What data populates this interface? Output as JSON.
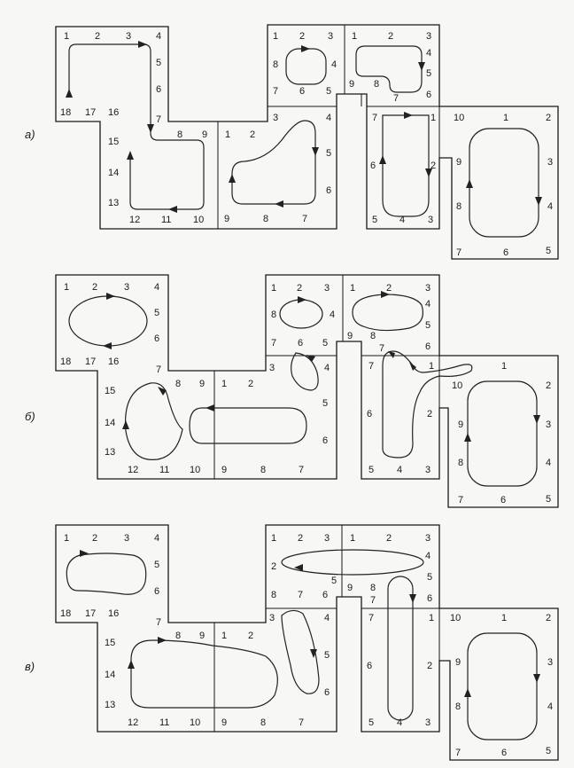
{
  "panels": [
    {
      "key": "a",
      "label": "а)"
    },
    {
      "key": "b",
      "label": "б)"
    },
    {
      "key": "c",
      "label": "в)"
    }
  ],
  "labels": {
    "room1": [
      "1",
      "2",
      "3",
      "4",
      "5",
      "6",
      "7",
      "8",
      "9",
      "10",
      "11",
      "12",
      "13",
      "14",
      "15",
      "16",
      "17",
      "18"
    ],
    "room2": [
      "1",
      "2",
      "3",
      "4",
      "5",
      "6",
      "7",
      "8",
      "9"
    ],
    "room3": [
      "1",
      "2",
      "3",
      "4",
      "5",
      "6",
      "7",
      "8"
    ],
    "room4": [
      "1",
      "2",
      "3",
      "4",
      "5",
      "6",
      "7",
      "8",
      "9"
    ],
    "room5": [
      "1",
      "2",
      "3",
      "4",
      "5",
      "6",
      "7"
    ],
    "room6": [
      "1",
      "2",
      "3",
      "4",
      "5",
      "6",
      "7",
      "8",
      "9",
      "10"
    ]
  }
}
